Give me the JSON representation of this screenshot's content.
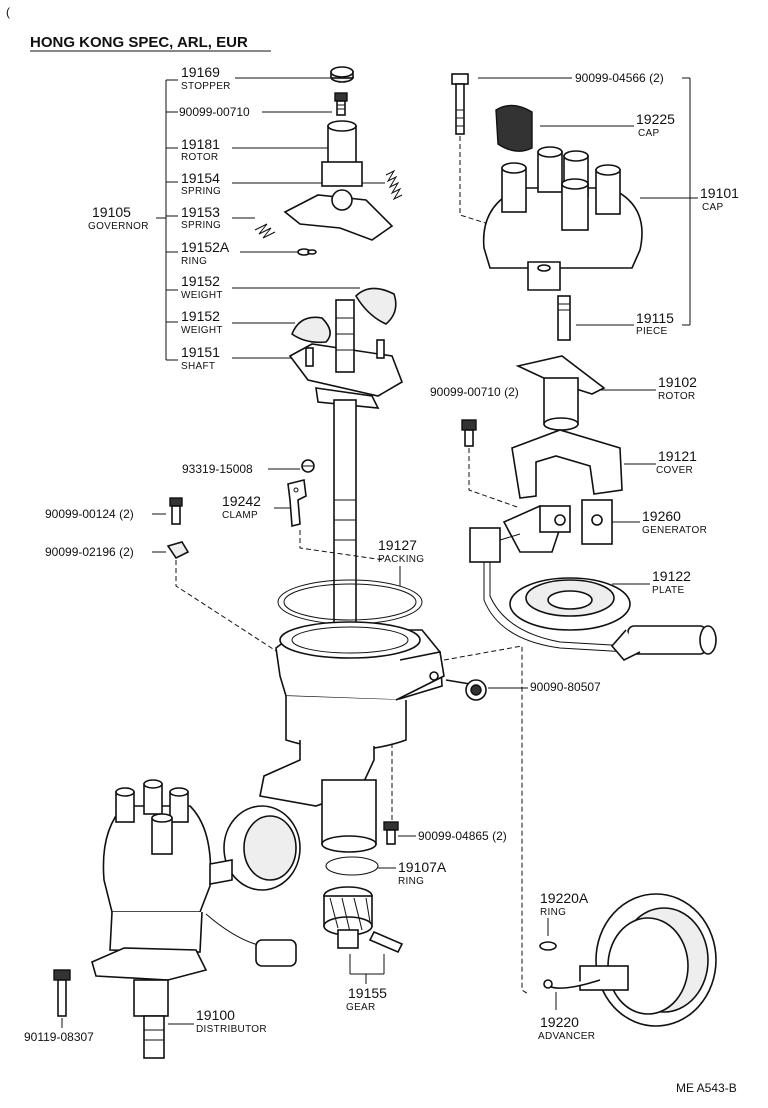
{
  "title": "HONG KONG SPEC, ARL, EUR",
  "footer": "ME  A543-B",
  "corner_mark": "(",
  "parts": [
    {
      "id": "stopper",
      "number": "19169",
      "label": "STOPPER"
    },
    {
      "id": "bolt-gov",
      "number": "90099-00710",
      "label": ""
    },
    {
      "id": "rotor-gov",
      "number": "19181",
      "label": "ROTOR"
    },
    {
      "id": "spring1",
      "number": "19154",
      "label": "SPRING"
    },
    {
      "id": "governor",
      "number": "19105",
      "label": "GOVERNOR"
    },
    {
      "id": "spring2",
      "number": "19153",
      "label": "SPRING"
    },
    {
      "id": "ring-gov",
      "number": "19152A",
      "label": "RING"
    },
    {
      "id": "weight1",
      "number": "19152",
      "label": "WEIGHT"
    },
    {
      "id": "weight2",
      "number": "19152",
      "label": "WEIGHT"
    },
    {
      "id": "shaft",
      "number": "19151",
      "label": "SHAFT"
    },
    {
      "id": "screw-cap",
      "number": "90099-04566 (2)",
      "label": ""
    },
    {
      "id": "cap-inner",
      "number": "19225",
      "label": "CAP"
    },
    {
      "id": "cap",
      "number": "19101",
      "label": "CAP"
    },
    {
      "id": "piece",
      "number": "19115",
      "label": "PIECE"
    },
    {
      "id": "bolt-rotor",
      "number": "90099-00710 (2)",
      "label": ""
    },
    {
      "id": "rotor",
      "number": "19102",
      "label": "ROTOR"
    },
    {
      "id": "cover",
      "number": "19121",
      "label": "COVER"
    },
    {
      "id": "screw-clamp",
      "number": "93319-15008",
      "label": ""
    },
    {
      "id": "clamp",
      "number": "19242",
      "label": "CLAMP"
    },
    {
      "id": "screw-a",
      "number": "90099-00124 (2)",
      "label": ""
    },
    {
      "id": "generator",
      "number": "19260",
      "label": "GENERATOR"
    },
    {
      "id": "nut-a",
      "number": "90099-02196 (2)",
      "label": ""
    },
    {
      "id": "packing",
      "number": "19127",
      "label": "PACKING"
    },
    {
      "id": "plate",
      "number": "19122",
      "label": "PLATE"
    },
    {
      "id": "bolt-housing",
      "number": "90090-80507",
      "label": ""
    },
    {
      "id": "screw-b",
      "number": "90099-04865 (2)",
      "label": ""
    },
    {
      "id": "ring-gear",
      "number": "19107A",
      "label": "RING"
    },
    {
      "id": "ring-adv",
      "number": "19220A",
      "label": "RING"
    },
    {
      "id": "gear",
      "number": "19155",
      "label": "GEAR"
    },
    {
      "id": "distributor",
      "number": "19100",
      "label": "DISTRIBUTOR"
    },
    {
      "id": "advancer",
      "number": "19220",
      "label": "ADVANCER"
    },
    {
      "id": "bolt-dist",
      "number": "90119-08307",
      "label": ""
    }
  ]
}
